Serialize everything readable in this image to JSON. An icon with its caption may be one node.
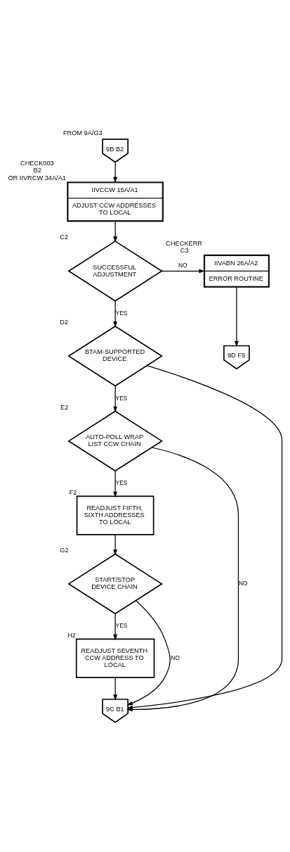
{
  "diagram": {
    "nodes": [
      {
        "text": [
          "9B B2"
        ],
        "beside": [
          "FROM 9A/G3"
        ]
      },
      {
        "text": [
          "IIVCCW 15A/A1",
          "ADJUST CCW ADDRESSES TO LOCAL"
        ],
        "beside": [
          "CHECK003",
          "B2",
          "OR IIVRCW 34A/A1"
        ]
      },
      {
        "text": [
          "SUCCESSFUL ADJUSTMENT"
        ],
        "beside": [
          "C2"
        ]
      },
      {
        "text": [
          "IIVABN 26A/A2",
          "ERROR ROUTINE"
        ],
        "beside": [
          "CHECKERR",
          "C3"
        ]
      },
      {
        "text": [
          "9D F5"
        ]
      },
      {
        "text": [
          "BTAM-SUPPORTED DEVICE"
        ],
        "beside": [
          "D2"
        ]
      },
      {
        "text": [
          "AUTO-POLL WRAP LIST CCW CHAIN"
        ],
        "beside": [
          "E2"
        ]
      },
      {
        "text": [
          "READJUST FIFTH, SIXTH ADDRESSES TO LOCAL"
        ],
        "beside": [
          "F2"
        ]
      },
      {
        "text": [
          "START/STOP DEVICE CHAIN"
        ],
        "beside": [
          "G2"
        ]
      },
      {
        "text": [
          "READJUST SEVENTH CCW ADDRESS TO LOCAL"
        ],
        "beside": [
          "H2"
        ]
      },
      {
        "text": [
          "9C B1"
        ]
      }
    ],
    "edges": [
      {
        "from": 0,
        "to": 1,
        "arrow": "to"
      },
      {
        "from": 1,
        "to": 2,
        "arrow": "to"
      },
      {
        "from": 2,
        "to": 3,
        "arrow": "to",
        "label": "NO"
      },
      {
        "from": 3,
        "to": 4,
        "arrow": "to"
      },
      {
        "from": 2,
        "to": 5,
        "arrow": "to",
        "label": "YES"
      },
      {
        "from": 5,
        "to": 6,
        "arrow": "to",
        "label": "YES"
      },
      {
        "from": 5,
        "to": 10,
        "arrow": "to"
      },
      {
        "from": 6,
        "to": 10,
        "arrow": "to",
        "label": "NO"
      },
      {
        "from": 6,
        "to": 7,
        "arrow": "to",
        "label": "YES"
      },
      {
        "from": 7,
        "to": 8,
        "arrow": "to"
      },
      {
        "from": 8,
        "to": 10,
        "arrow": "to",
        "label": "NO"
      },
      {
        "from": 8,
        "to": 9,
        "arrow": "to",
        "label": "YES"
      },
      {
        "from": 9,
        "to": 10,
        "arrow": "to"
      }
    ]
  }
}
